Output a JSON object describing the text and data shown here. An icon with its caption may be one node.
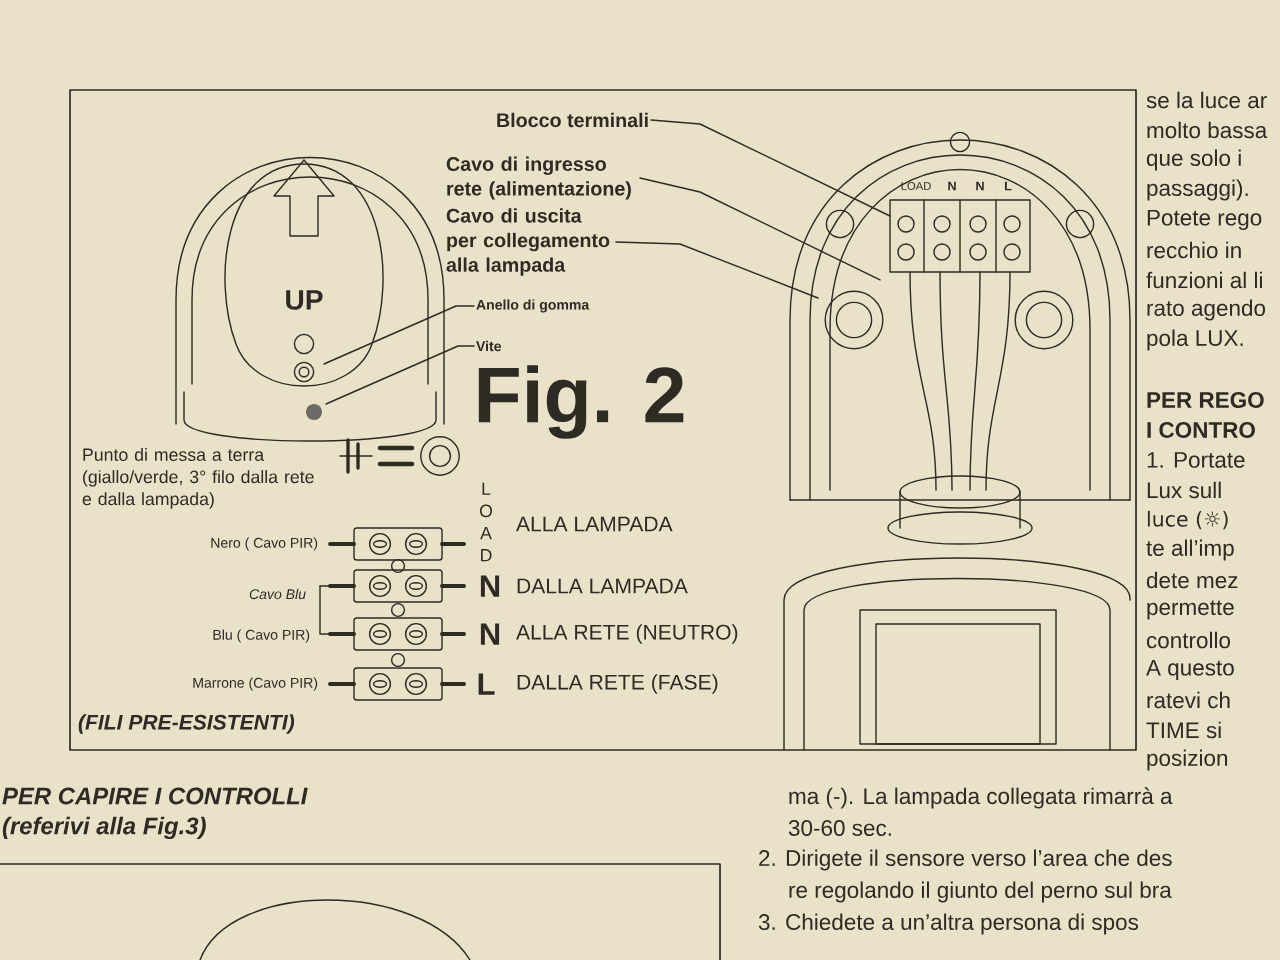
{
  "diagram": {
    "nodes": [
      {
        "text": [
          "Blocco terminali"
        ]
      },
      {
        "text": [
          "Cavo di ingresso rete (alimentazione)"
        ]
      },
      {
        "text": [
          "Cavo di uscita per collegamento alla lampada"
        ]
      },
      {
        "text": [
          "Anello di gomma"
        ]
      },
      {
        "text": [
          "Vite"
        ]
      }
    ],
    "edges": [
      {
        "from": 0,
        "to": null,
        "arrow": "none"
      },
      {
        "from": 1,
        "to": null,
        "arrow": "none"
      },
      {
        "from": 2,
        "to": null,
        "arrow": "none"
      },
      {
        "from": 3,
        "to": null,
        "arrow": "none"
      },
      {
        "from": 4,
        "to": null,
        "arrow": "none"
      }
    ],
    "labels": [
      "UP",
      "LOAD",
      "N",
      "N",
      "L",
      "Fig. 2",
      "Punto di messa a terra (giallo/verde, 3° filo dalla rete e dalla lampada)",
      "LOAD",
      "ALLA LAMPADA",
      "Nero ( Cavo PIR)",
      "N",
      "DALLA LAMPADA",
      "Cavo Blu",
      "Blu ( Cavo PIR)",
      "N",
      "ALLA RETE (NEUTRO)",
      "Marrone (Cavo PIR)",
      "L",
      "DALLA RETE (FASE)",
      "(FILI PRE-ESISTENTI)",
      "se la luce ar",
      "molto bassa",
      "que solo i",
      "passaggi).",
      "Potete rego",
      "recchio in",
      "funzioni al li",
      "rato agendo",
      "pola LUX.",
      "PER REGO",
      "I CONTRO",
      "1. Portate",
      "Lux sull",
      "luce (☼)",
      "te all’imp",
      "dete mez",
      "permette",
      "controllo",
      "A questo",
      "ratevi ch",
      "TIME si",
      "posizion",
      "PER CAPIRE I CONTROLLI",
      "(referivi alla Fig.3)",
      "ma (-). La lampada collegata rimarrà a",
      "30-60 sec.",
      "2. Dirigete il sensore verso l’area che des",
      "re regolando il giunto del perno sul bra",
      "3. Chiedete a un’altra persona di spos"
    ]
  }
}
